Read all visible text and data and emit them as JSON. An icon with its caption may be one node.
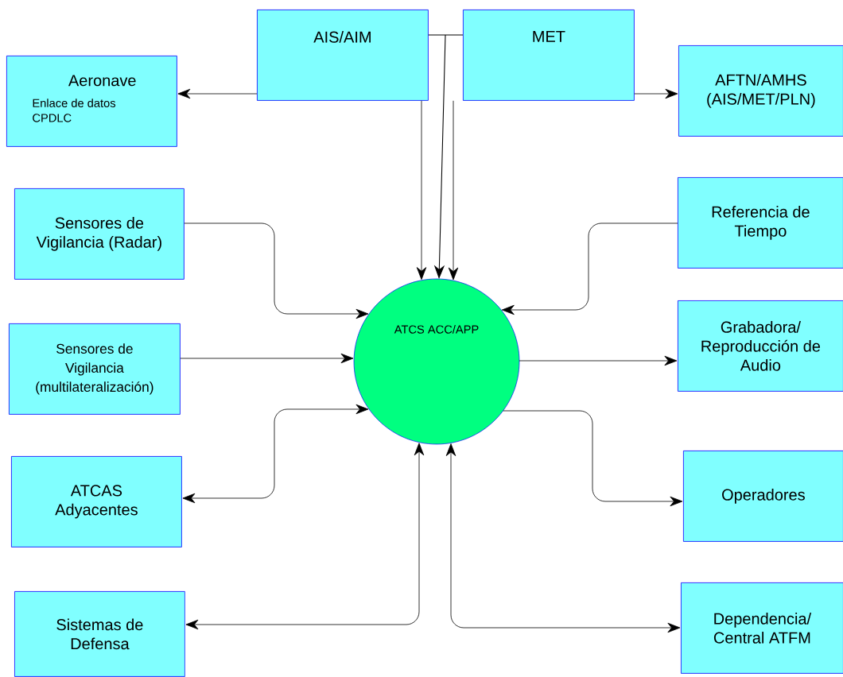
{
  "diagram": {
    "nodes": [
      {
        "text": [
          "AIS/AIM"
        ]
      },
      {
        "text": [
          "MET"
        ]
      },
      {
        "text": [
          "Aeronave",
          "Enlace de datos CPDLC"
        ]
      },
      {
        "text": [
          "AFTN/AMHS (AIS/MET/PLN)"
        ]
      },
      {
        "text": [
          "Sensores de Vigilancia (Radar)"
        ]
      },
      {
        "text": [
          "Referencia de Tiempo"
        ]
      },
      {
        "text": [
          "ATCS ACC/APP"
        ]
      },
      {
        "text": [
          "Sensores de Vigilancia (multilateralización)"
        ]
      },
      {
        "text": [
          "Grabadora/ Reproducción de Audio"
        ]
      },
      {
        "text": [
          "ATCAS Adyacentes"
        ]
      },
      {
        "text": [
          "Operadores"
        ]
      },
      {
        "text": [
          "Sistemas de Defensa"
        ]
      },
      {
        "text": [
          "Dependencia/ Central ATFM"
        ]
      }
    ],
    "edges": [
      {
        "from": 0,
        "to": 2,
        "arrow": "to"
      },
      {
        "from": 0,
        "to": 6,
        "arrow": "to"
      },
      {
        "from": 0,
        "to": 6,
        "arrow": "to"
      },
      {
        "from": 1,
        "to": 6,
        "arrow": "to"
      },
      {
        "from": 1,
        "to": 3,
        "arrow": "to"
      },
      {
        "from": 1,
        "to": 6,
        "arrow": "to"
      },
      {
        "from": 4,
        "to": 6,
        "arrow": "to"
      },
      {
        "from": 5,
        "to": 6,
        "arrow": "to"
      },
      {
        "from": 7,
        "to": 6,
        "arrow": "to"
      },
      {
        "from": 6,
        "to": 8,
        "arrow": "to"
      },
      {
        "from": 9,
        "to": 6,
        "arrow": "both"
      },
      {
        "from": 6,
        "to": 10,
        "arrow": "to"
      },
      {
        "from": 11,
        "to": 6,
        "arrow": "both"
      },
      {
        "from": 6,
        "to": 12,
        "arrow": "both"
      }
    ]
  }
}
